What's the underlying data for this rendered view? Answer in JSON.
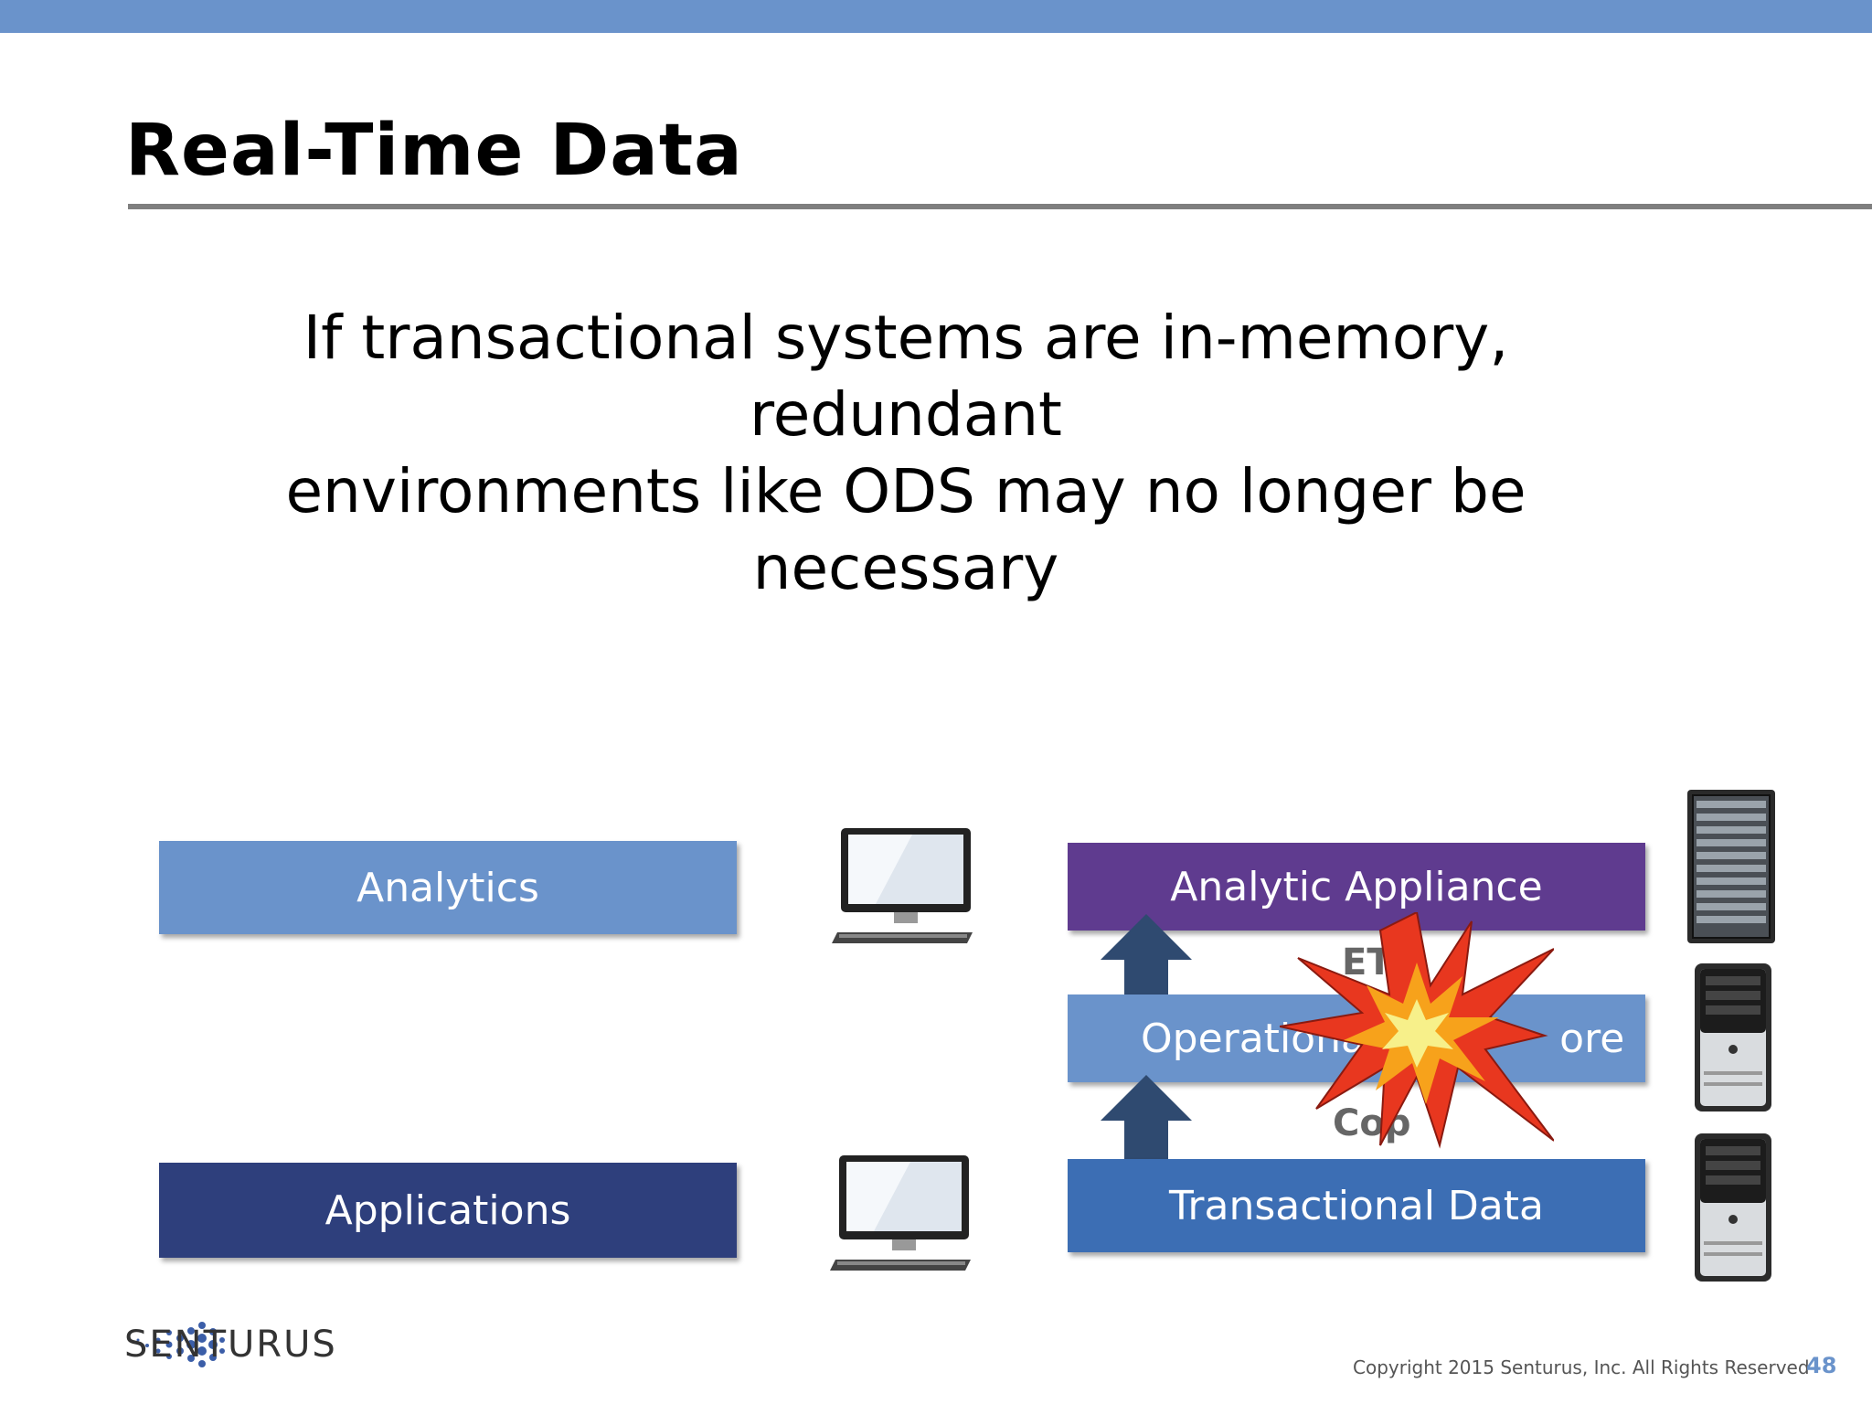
{
  "slide": {
    "title": "Real-Time Data",
    "subtitle_line1": "If transactional systems are in-memory, redundant",
    "subtitle_line2": "environments like ODS may no longer be necessary",
    "page_number": "48",
    "copyright": "Copyright 2015  Senturus, Inc.   All Rights Reserved"
  },
  "left_stack": {
    "analytics": "Analytics",
    "applications": "Applications"
  },
  "right_stack": {
    "appliance": "Analytic Appliance",
    "ods": "Operational Data Store",
    "ods_visible": "Operational",
    "ods_visible_end": "ore",
    "transactional": "Transactional Data",
    "etl_label": "ET",
    "copy_label": "Cop"
  },
  "logo": {
    "text": "SENTURUS"
  },
  "colors": {
    "accent": "#6a93cb",
    "applications": "#2e3f7c",
    "appliance": "#5f3b8f",
    "transactional": "#3c6eb4",
    "arrow": "#2f4a70"
  },
  "icons": [
    "monitor-icon",
    "server-rack-icon",
    "tower-server-icon",
    "explosion-icon",
    "globe-logo-icon"
  ]
}
